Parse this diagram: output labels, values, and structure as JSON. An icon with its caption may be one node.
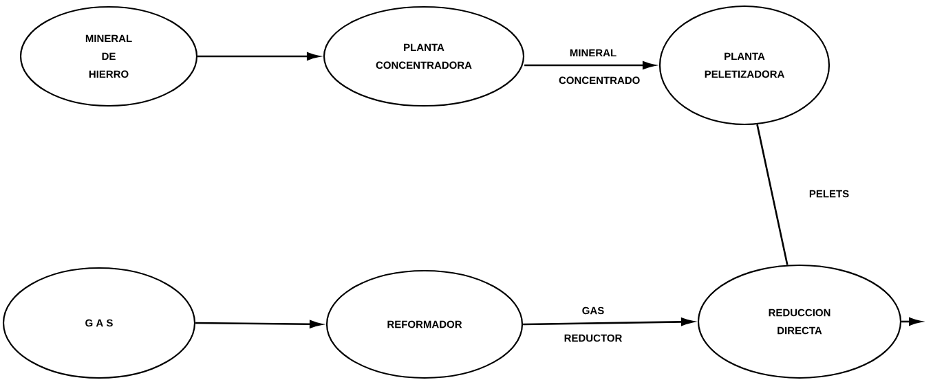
{
  "diagram": {
    "nodes": [
      {
        "text": [
          "MINERAL DE HIERRO"
        ]
      },
      {
        "text": [
          "PLANTA CONCENTRADORA"
        ]
      },
      {
        "text": [
          "PLANTA PELETIZADORA"
        ]
      },
      {
        "text": [
          "G A S"
        ]
      },
      {
        "text": [
          "REFORMADOR"
        ]
      },
      {
        "text": [
          "REDUCCION DIRECTA"
        ]
      }
    ],
    "edges": [
      {
        "from": 0,
        "to": 1,
        "arrow": "to"
      },
      {
        "from": 1,
        "to": 2,
        "arrow": "to",
        "label": "MINERAL CONCENTRADO"
      },
      {
        "from": 2,
        "to": 5,
        "arrow": "none",
        "label": "PELETS"
      },
      {
        "from": 3,
        "to": 4,
        "arrow": "to"
      },
      {
        "from": 4,
        "to": 5,
        "arrow": "to",
        "label": "GAS REDUCTOR"
      },
      {
        "from": 5,
        "to": null,
        "arrow": "to"
      }
    ]
  }
}
